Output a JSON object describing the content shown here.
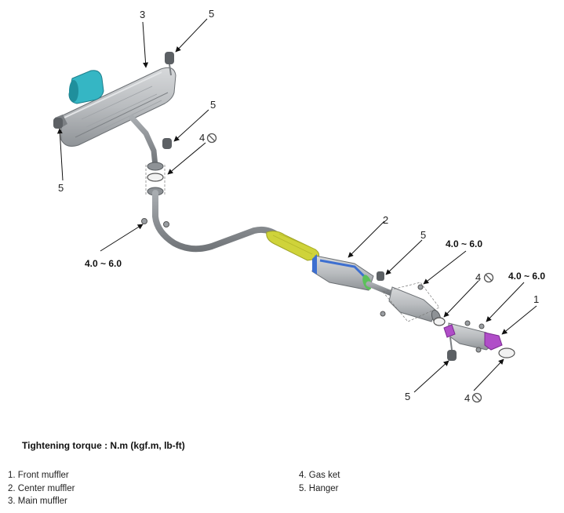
{
  "callouts": {
    "main_muffler": "3",
    "hanger_top": "5",
    "hanger_mid": "5",
    "hanger_left": "5",
    "gasket_upper": "4",
    "center_muffler": "2",
    "hanger_center": "5",
    "gasket_mid": "4",
    "front_muffler": "1",
    "hanger_bottom": "5",
    "gasket_bottom": "4"
  },
  "torque_labels": {
    "left": "4.0 ~ 6.0",
    "center": "4.0 ~ 6.0",
    "right": "4.0 ~ 6.0"
  },
  "heading": "Tightening torque : N.m (kgf.m, lb-ft)",
  "legend_left": [
    "1. Front muffler",
    "2. Center muffler",
    "3. Main muffler"
  ],
  "legend_right": [
    "4. Gas ket",
    "5. Hanger"
  ],
  "colors": {
    "muffler_body": "#b9bcbf",
    "pipe": "#8e9296",
    "tip": "#35b6c4",
    "resonator_wrap": "#cfd33a",
    "center_band": "#3d6fd0",
    "flange_green": "#5cc05a",
    "front_flange": "#b04dc8"
  },
  "icons": [
    "no-reuse-icon",
    "bolt-icon",
    "gasket-icon",
    "hanger-icon"
  ]
}
